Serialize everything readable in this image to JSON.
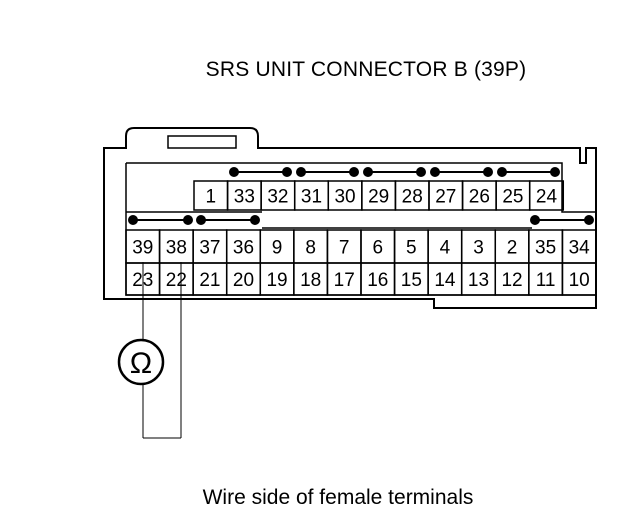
{
  "title": "SRS UNIT CONNECTOR B (39P)",
  "caption": "Wire side of female terminals",
  "meter_symbol": "Ω",
  "icons": {
    "meter": "ohmmeter-icon",
    "jumper": "jumper-link-icon"
  },
  "connector": {
    "row1": [
      "1",
      "33",
      "32",
      "31",
      "30",
      "29",
      "28",
      "27",
      "26",
      "25",
      "24"
    ],
    "row2": [
      "39",
      "38",
      "37",
      "36",
      "9",
      "8",
      "7",
      "6",
      "5",
      "4",
      "3",
      "2",
      "35",
      "34"
    ],
    "row3": [
      "23",
      "22",
      "21",
      "20",
      "19",
      "18",
      "17",
      "16",
      "15",
      "14",
      "13",
      "12",
      "11",
      "10"
    ]
  }
}
